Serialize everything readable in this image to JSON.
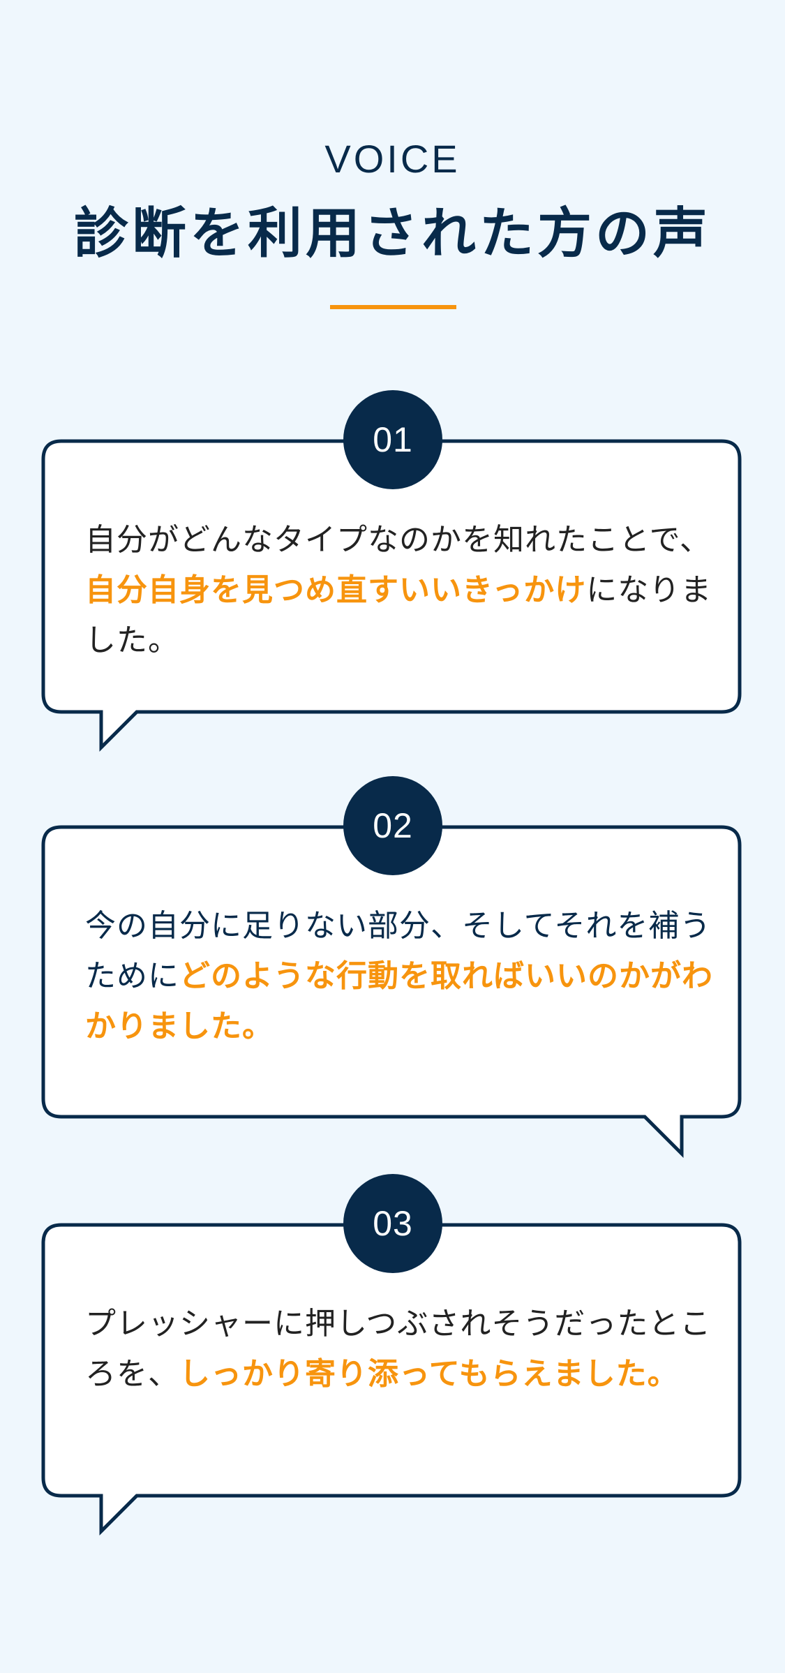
{
  "header": {
    "eyebrow": "VOICE",
    "title": "診断を利用された方の声"
  },
  "colors": {
    "background": "#EFF7FD",
    "navy": "#082A4A",
    "accent": "#F7940E",
    "text": "#222222",
    "card": "#FFFFFF"
  },
  "voices": [
    {
      "number": "01",
      "tail": "bottom-left",
      "text_before": "自分がどんなタイプなのかを知れたことで、",
      "highlight": "自分自身を見つめ直すいいきっかけ",
      "text_after": "になりました。"
    },
    {
      "number": "02",
      "tail": "bottom-right",
      "text_before": "今の自分に足りない部分、そしてそれを補うために",
      "highlight": "どのような行動を取ればいいのかがわかりました。",
      "text_after": ""
    },
    {
      "number": "03",
      "tail": "bottom-left",
      "text_before": "プレッシャーに押しつぶされそうだったところを、",
      "highlight": "しっかり寄り添ってもらえました。",
      "text_after": ""
    }
  ]
}
